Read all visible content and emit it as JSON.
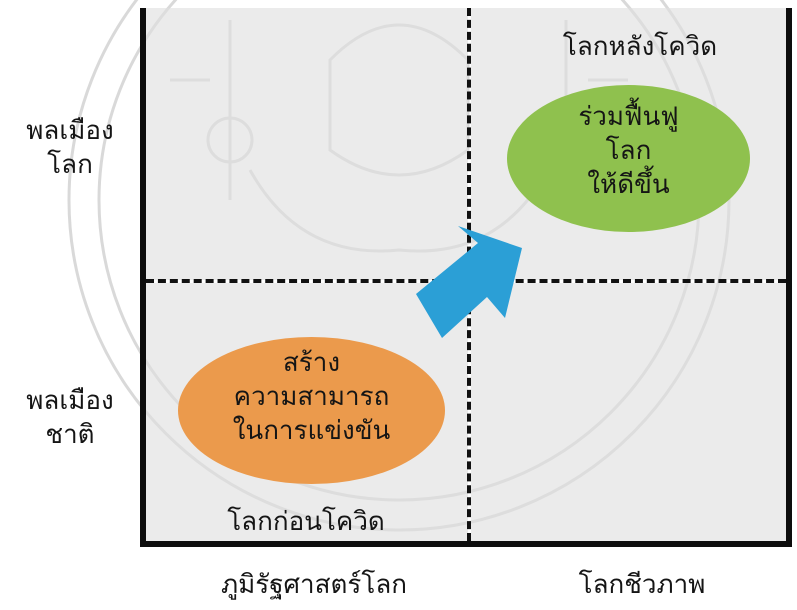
{
  "y_axis": {
    "top": [
      "พลเมือง",
      "โลก"
    ],
    "bottom": [
      "พลเมือง",
      "ชาติ"
    ]
  },
  "x_axis": {
    "left": "ภูมิรัฐศาสตร์โลก",
    "right": "โลกชีวภาพ"
  },
  "quadrant_labels": {
    "after_covid": "โลกหลังโควิด",
    "before_covid": "โลกก่อนโควิด"
  },
  "ovals": {
    "green": {
      "lines": [
        "ร่วมฟื้นฟู",
        "โลก",
        "ให้ดีขึ้น"
      ],
      "color": "#8fc14e"
    },
    "orange": {
      "lines": [
        "สร้าง",
        "ความสามารถ",
        "ในการแข่งขัน"
      ],
      "color": "#eb9a4c"
    }
  },
  "arrow": {
    "color": "#2b9fd6",
    "direction": "bottom-left-to-top-right"
  },
  "colors": {
    "frame": "#0d0d0d",
    "quadrant_fill": "#dedede",
    "watermark": "#c9c9c9"
  }
}
